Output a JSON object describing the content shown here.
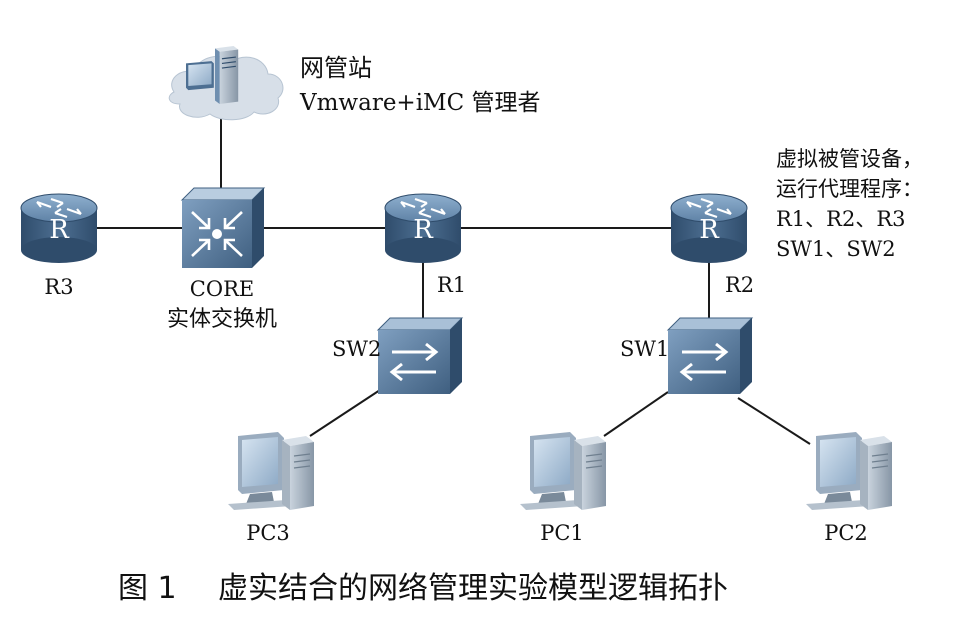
{
  "nms": {
    "line1": "网管站",
    "line2": "Vmware+iMC 管理者"
  },
  "note": {
    "line1": "虚拟被管设备，",
    "line2": "运行代理程序：",
    "line3": "R1、R2、R3",
    "line4": "SW1、SW2"
  },
  "nodes": {
    "r3": "R3",
    "core": "CORE",
    "core_sub": "实体交换机",
    "r1": "R1",
    "r2": "R2",
    "sw1": "SW1",
    "sw2": "SW2",
    "pc1": "PC1",
    "pc2": "PC2",
    "pc3": "PC3"
  },
  "router_glyph": "R",
  "caption": {
    "num": "图 1",
    "text": "虚实结合的网络管理实验模型逻辑拓扑"
  },
  "colors": {
    "device_dark": "#3f5f80",
    "device_mid": "#6f8fb0",
    "device_light": "#b9cde0",
    "line": "#1a1a1a",
    "cloud": "#d7dfe8"
  }
}
